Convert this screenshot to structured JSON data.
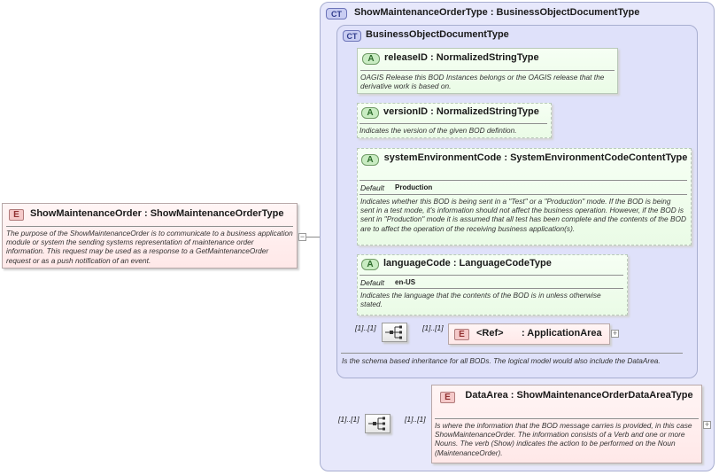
{
  "root_element": {
    "badge": "E",
    "title": "ShowMaintenanceOrder : ShowMaintenanceOrderType",
    "doc": "The purpose of the ShowMaintenanceOrder is to communicate to a business application module or system the sending systems representation of maintenance order information.  This request may be used as a response to a GetMaintenanceOrder request or as a push notification of an event."
  },
  "outer_type": {
    "badge": "CT",
    "title": "ShowMaintenanceOrderType : BusinessObjectDocumentType"
  },
  "inner_type": {
    "badge": "CT",
    "title": "BusinessObjectDocumentType",
    "doc": "Is the schema based inheritance for all BODs. The logical model would also include the DataArea."
  },
  "attributes": [
    {
      "badge": "A",
      "title": "releaseID : NormalizedStringType",
      "doc": "OAGIS Release this BOD Instances belongs or the OAGIS release that the derivative work is based on."
    },
    {
      "badge": "A",
      "title": "versionID : NormalizedStringType",
      "doc": "Indicates the version of the given BOD defintion."
    },
    {
      "badge": "A",
      "title": "systemEnvironmentCode : SystemEnvironmentCodeContentType",
      "default_label": "Default",
      "default_value": "Production",
      "doc": "Indicates whether this BOD is being sent in a \"Test\" or a \"Production\" mode. If the BOD is being sent in a test mode, it's information should not affect the business operation. However, if the BOD is sent in \"Production\" mode it is assumed that all test has been complete and the contents of the BOD are to affect the operation of the receiving business application(s)."
    },
    {
      "badge": "A",
      "title": "languageCode : LanguageCodeType",
      "default_label": "Default",
      "default_value": "en-US",
      "doc": "Indicates the language that the contents of the BOD is in unless otherwise stated."
    }
  ],
  "application_area": {
    "badge": "E",
    "ref_label": "<Ref>",
    "title": ": ApplicationArea",
    "occurs_before": "[1]..[1]",
    "occurs_after": "[1]..[1]"
  },
  "data_area": {
    "badge": "E",
    "title": "DataArea : ShowMaintenanceOrderDataAreaType",
    "doc": "Is where the information that the BOD message carries is provided, in this case ShowMaintenanceOrder. The information consists of a Verb and one or more Nouns. The verb (Show) indicates the action to be performed on the Noun (MaintenanceOrder).",
    "occurs_before": "[1]..[1]",
    "occurs_after": "[1]..[1]"
  },
  "colors": {
    "element_fill": "#ffe8e8",
    "attribute_fill": "#eafbe6",
    "complex_type_fill": "#e7e8fb",
    "connector": "#8a8a8a"
  }
}
